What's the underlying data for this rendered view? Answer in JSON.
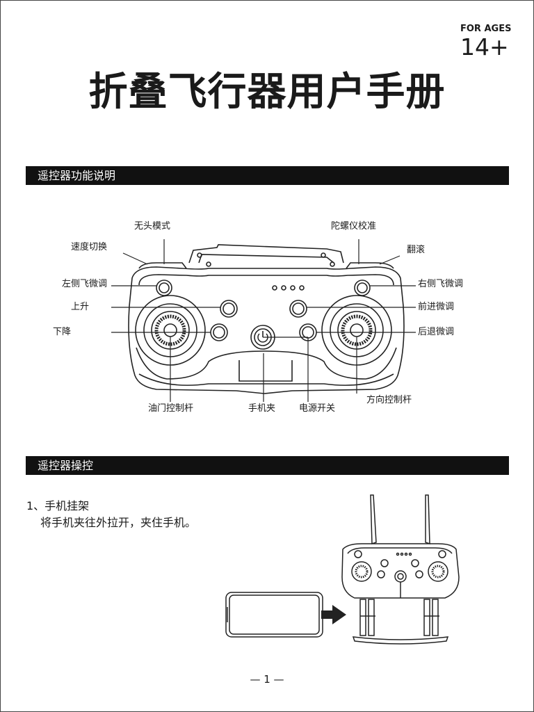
{
  "ages": {
    "label": "FOR AGES",
    "value": "14+"
  },
  "title": "折叠飞行器用户手册",
  "section1": {
    "heading": "遥控器功能说明",
    "callouts": {
      "headless": "无头模式",
      "gyro": "陀螺仪校准",
      "speed": "速度切换",
      "flip": "翻滚",
      "left_trim": "左侧飞微调",
      "right_trim": "右侧飞微调",
      "up": "上升",
      "forward_trim": "前进微调",
      "down": "下降",
      "backward_trim": "后退微调",
      "throttle": "油门控制杆",
      "phone_clip": "手机夹",
      "power": "电源开关",
      "direction": "方向控制杆"
    }
  },
  "section2": {
    "heading": "遥控器操控",
    "step1_title": "1、手机挂架",
    "step1_text": "将手机夹往外拉开，夹住手机。"
  },
  "page_number": "— 1 —"
}
